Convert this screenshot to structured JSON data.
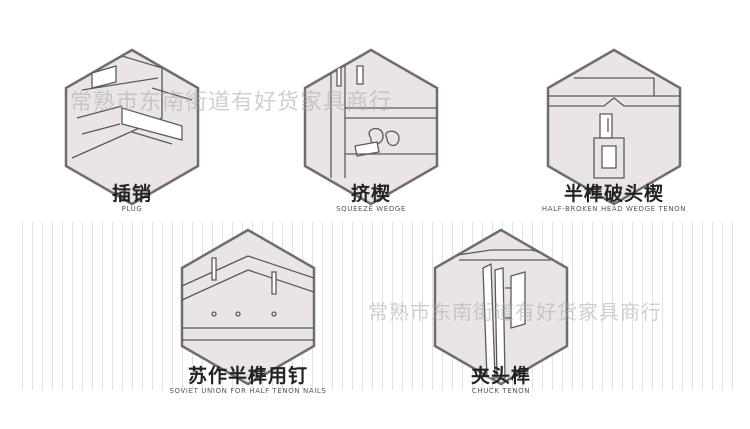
{
  "watermark": "常熟市东南街道有好货家具商行",
  "colors": {
    "hex_fill": "#eae4e6",
    "hex_stroke": "#6e6e6e",
    "line": "#5a5a5a"
  },
  "joints": [
    {
      "zh": "插销",
      "en": "PLUG"
    },
    {
      "zh": "挤楔",
      "en": "SQUEEZE WEDGE"
    },
    {
      "zh": "半榫破头楔",
      "en": "HALF-BROKEN HEAD WEDGE TENON"
    },
    {
      "zh": "苏作半榫用钉",
      "en": "SOVIET UNION FOR HALF TENON NAILS"
    },
    {
      "zh": "夹头榫",
      "en": "CHUCK TENON"
    }
  ]
}
